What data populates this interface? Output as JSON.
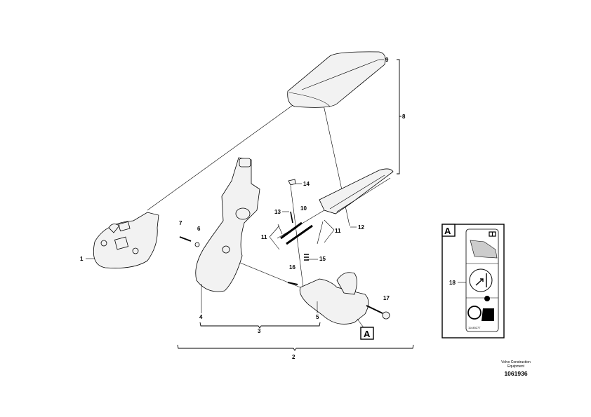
{
  "diagram": {
    "callouts": {
      "c1": "1",
      "c2": "2",
      "c3": "3",
      "c4": "4",
      "c5": "5",
      "c6": "6",
      "c7": "7",
      "c8": "8",
      "c9": "9",
      "c10": "10",
      "c11a": "11",
      "c11b": "11",
      "c12": "12",
      "c13": "13",
      "c14": "14",
      "c15": "15",
      "c16": "16",
      "c17": "17",
      "c18": "18"
    },
    "view_marker": "A",
    "inset": {
      "title": "A",
      "decal_number": "11445277"
    },
    "footer": {
      "brand_line1": "Volvo Construction",
      "brand_line2": "Equipment",
      "drawing_number": "1061936"
    }
  }
}
